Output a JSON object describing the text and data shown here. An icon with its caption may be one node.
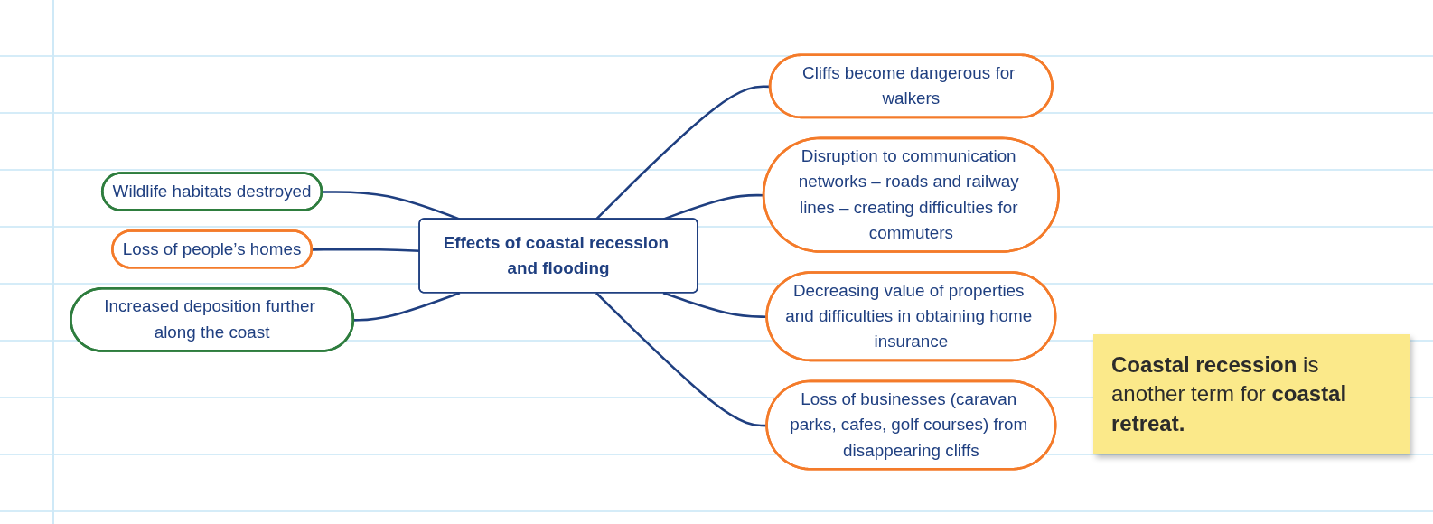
{
  "diagram": {
    "nodes": [
      {
        "text": [
          "Effects of coastal recession and flooding"
        ]
      },
      {
        "text": [
          "Wildlife habitats destroyed"
        ]
      },
      {
        "text": [
          "Cliffs become dangerous for walkers"
        ]
      },
      {
        "text": [
          "Disruption to communication networks – roads and railway lines – creating difficulties for commuters"
        ]
      },
      {
        "text": [
          "Loss of people’s homes"
        ]
      },
      {
        "text": [
          "Increased deposition further along the coast"
        ]
      },
      {
        "text": [
          "Decreasing value of properties and difficulties in obtaining home insurance"
        ]
      },
      {
        "text": [
          "Loss of businesses (caravan parks, cafes, golf courses) from disappearing cliffs"
        ]
      }
    ],
    "edges": [
      {
        "from": 1,
        "to": 0,
        "arrow": "none"
      },
      {
        "from": 0,
        "to": 2,
        "arrow": "none"
      },
      {
        "from": 0,
        "to": 3,
        "arrow": "none"
      },
      {
        "from": 4,
        "to": 0,
        "arrow": "none"
      },
      {
        "from": 5,
        "to": 0,
        "arrow": "none"
      },
      {
        "from": 0,
        "to": 6,
        "arrow": "none"
      },
      {
        "from": 0,
        "to": 7,
        "arrow": "none"
      }
    ],
    "labels": [
      "**Coastal recession** is another term for **coastal retreat.**"
    ]
  }
}
